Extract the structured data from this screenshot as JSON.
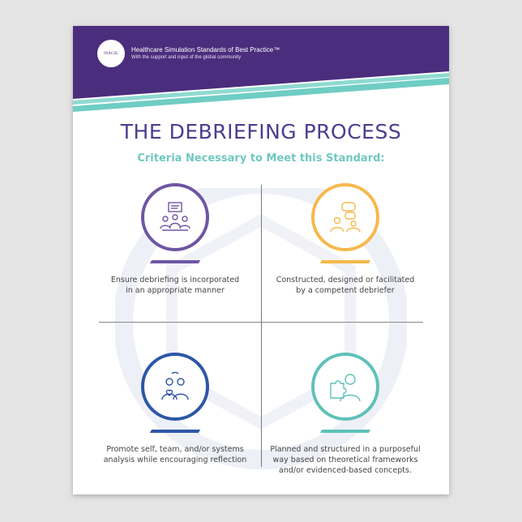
{
  "header": {
    "logo_text": "INACSL",
    "title": "Healthcare Simulation Standards of Best Practice™",
    "subtitle": "With the support and input of the global community"
  },
  "title": "THE DEBRIEFING PROCESS",
  "subtitle": "Criteria Necessary to Meet this Standard:",
  "colors": {
    "purple": "#4a2d7c",
    "teal": "#7fd3cb",
    "title": "#4b3d8f",
    "orange": "#f7b84b",
    "blue": "#2e56a8",
    "violet": "#6e56a3"
  },
  "criteria": [
    {
      "icon": "debriefing-meeting-icon",
      "color": "#6e56a3",
      "line1": "Ensure debriefing is incorporated",
      "line2": "in an appropriate manner",
      "line3": ""
    },
    {
      "icon": "debriefer-conversation-icon",
      "color": "#f7b84b",
      "line1": "Constructed, designed or facilitated",
      "line2": "by a competent debriefer",
      "line3": ""
    },
    {
      "icon": "team-reflection-icon",
      "color": "#2e56a8",
      "line1": "Promote self, team, and/or systems",
      "line2": "analysis while encouraging reflection",
      "line3": ""
    },
    {
      "icon": "puzzle-thinking-icon",
      "color": "#5fc1b8",
      "line1": "Planned and structured in a purposeful",
      "line2": "way based on theoretical frameworks",
      "line3": "and/or evidenced-based concepts."
    }
  ]
}
